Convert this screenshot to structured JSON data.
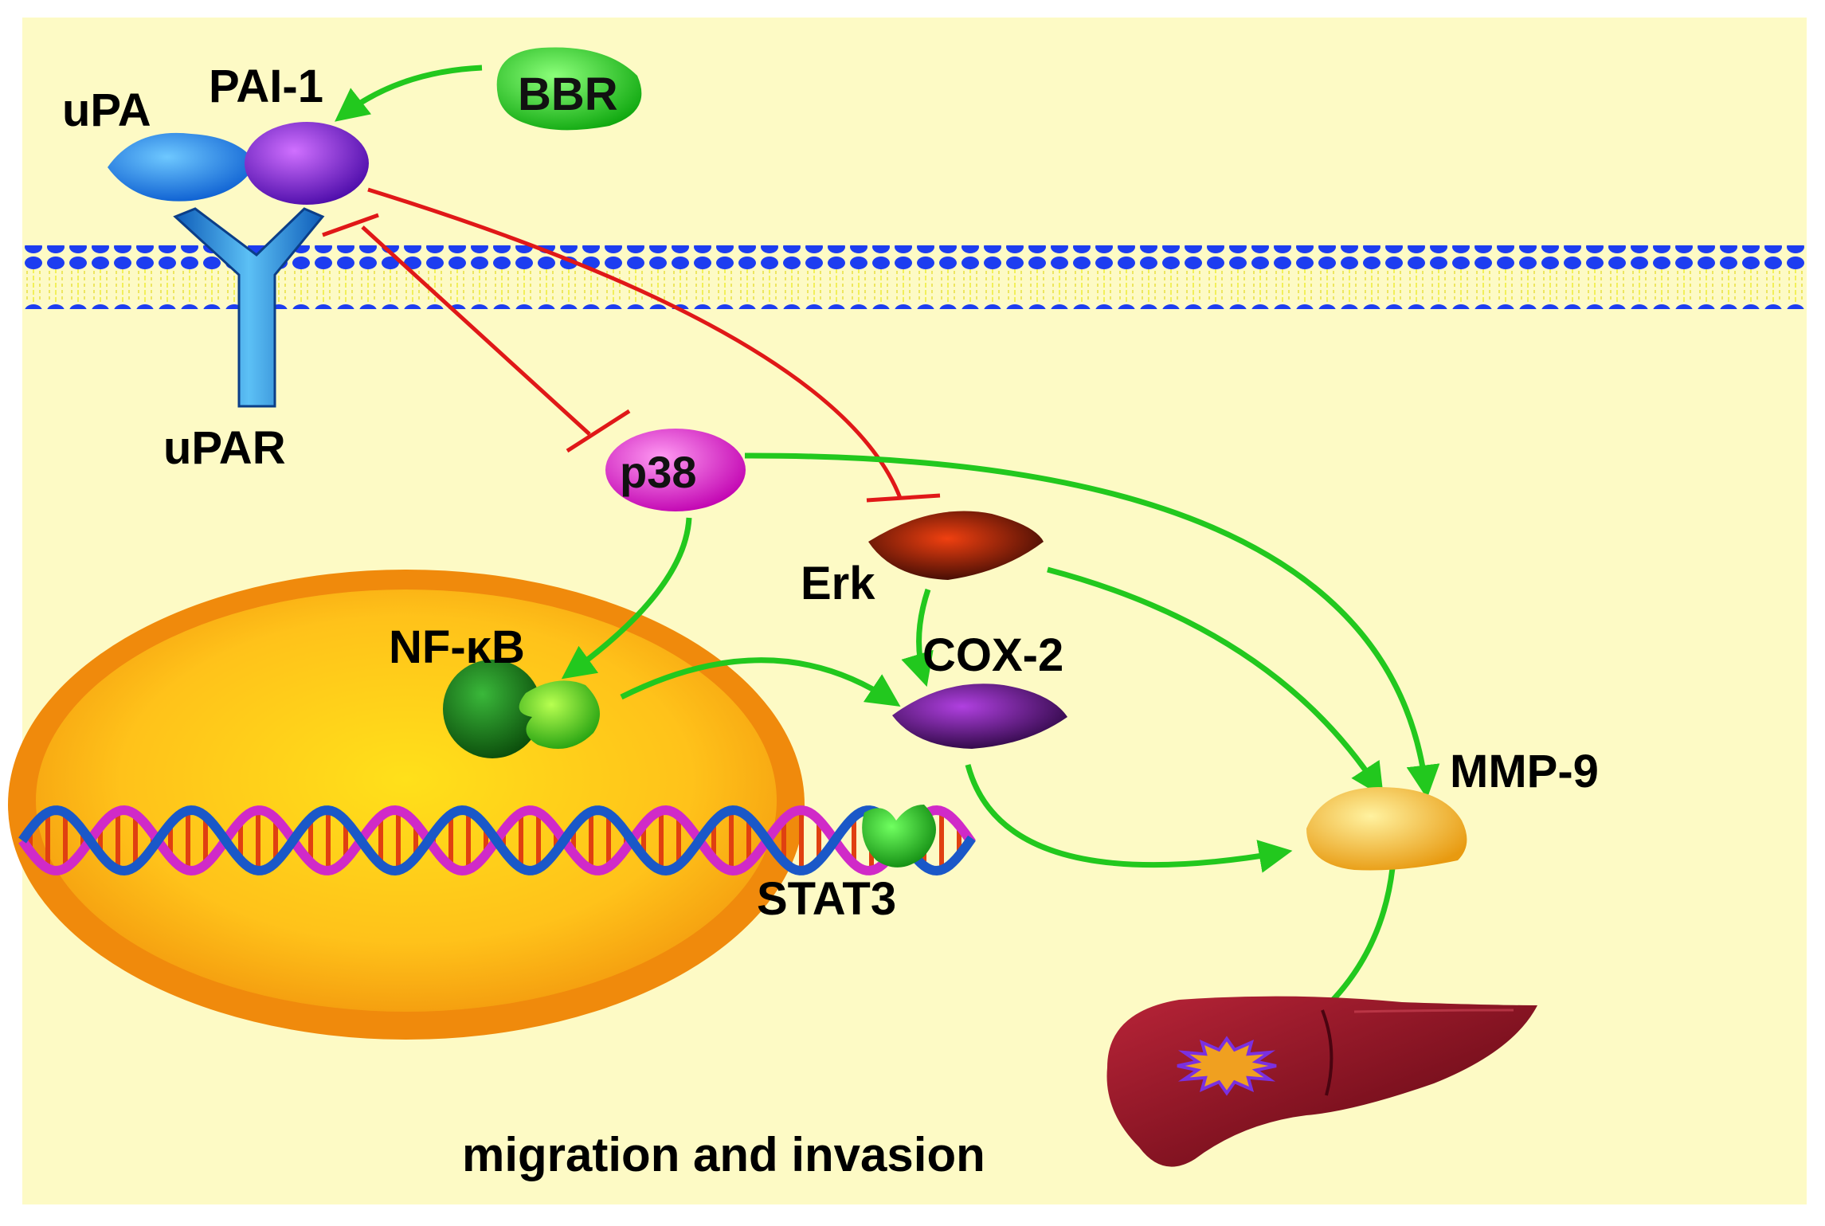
{
  "labels": {
    "upa": "uPA",
    "pai1": "PAI-1",
    "bbr": "BBR",
    "upar": "uPAR",
    "p38": "p38",
    "erk": "Erk",
    "nfkb": "NF-κB",
    "cox2": "COX-2",
    "mmp9": "MMP-9",
    "stat3": "STAT3",
    "outcome": "migration and invasion"
  },
  "colors": {
    "background": "#FDFAC5",
    "membrane_head": "#1D3DF0",
    "membrane_tail": "#F2F05A",
    "activation_arrow": "#22C81E",
    "inhibition_line": "#E01818",
    "nucleus_outer": "#F08A0C",
    "nucleus_inner": "#FFD21A",
    "upa": "#1E8CF0",
    "pai1": "#8A1FD8",
    "bbr": "#2BD42B",
    "upar": "#2E9AE0",
    "p38": "#EE2BD8",
    "erk": "#8A1A08",
    "nfkb": "#1F9A1F",
    "cox2": "#6E1A9A",
    "mmp9": "#F3B21A",
    "stat3": "#22B822",
    "liver": "#7A0C18",
    "tumor": "#F0A020"
  },
  "icons": {
    "membrane": "lipid-bilayer-icon",
    "receptor": "y-shaped-receptor-icon",
    "dna": "dna-double-helix-icon",
    "liver": "liver-organ-icon",
    "tumor": "tumor-star-icon"
  },
  "interactions": [
    {
      "from": "BBR",
      "to": "PAI-1",
      "type": "activation"
    },
    {
      "from": "uPA/PAI-1",
      "to": "p38",
      "type": "inhibition"
    },
    {
      "from": "uPA/PAI-1",
      "to": "Erk",
      "type": "inhibition"
    },
    {
      "from": "p38",
      "to": "NF-κB",
      "type": "activation"
    },
    {
      "from": "p38",
      "to": "MMP-9",
      "type": "activation"
    },
    {
      "from": "Erk",
      "to": "COX-2",
      "type": "activation"
    },
    {
      "from": "Erk",
      "to": "MMP-9",
      "type": "activation"
    },
    {
      "from": "NF-κB",
      "to": "COX-2",
      "type": "activation"
    },
    {
      "from": "COX-2",
      "to": "MMP-9",
      "type": "activation"
    },
    {
      "from": "MMP-9",
      "to": "liver",
      "type": "activation"
    }
  ]
}
